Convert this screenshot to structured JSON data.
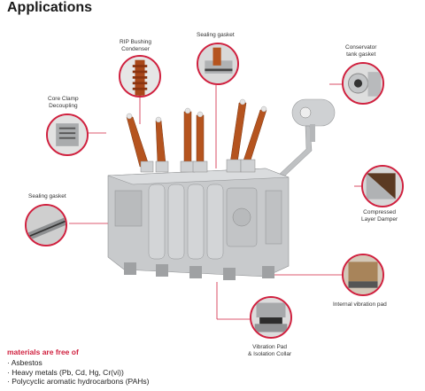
{
  "title": "Applications",
  "colors": {
    "accent": "#d0213f",
    "tank": "#c9cbcd",
    "bushing": "#b5541f"
  },
  "callouts": [
    {
      "id": "rip",
      "lines": [
        "RIP Bushing",
        "Condenser"
      ]
    },
    {
      "id": "seal-top",
      "lines": [
        "Sealing gasket"
      ]
    },
    {
      "id": "conservator",
      "lines": [
        "Conservator",
        "tank gasket"
      ]
    },
    {
      "id": "core-clamp",
      "lines": [
        "Core Clamp",
        "Decoupling"
      ]
    },
    {
      "id": "seal-left",
      "lines": [
        "Sealing gasket"
      ]
    },
    {
      "id": "layer-damper",
      "lines": [
        "Compressed",
        "Layer Damper"
      ]
    },
    {
      "id": "internal-pad",
      "lines": [
        "Internal vibration pad"
      ]
    },
    {
      "id": "vib-pad",
      "lines": [
        "Vibration Pad",
        "& Isolation Collar"
      ]
    }
  ],
  "materials": {
    "heading": "materials are free of",
    "items": [
      "Asbestos",
      "Heavy metals (Pb, Cd, Hg, Cr(vi))",
      "Polycyclic aromatic hydrocarbons (PAHs)"
    ]
  }
}
